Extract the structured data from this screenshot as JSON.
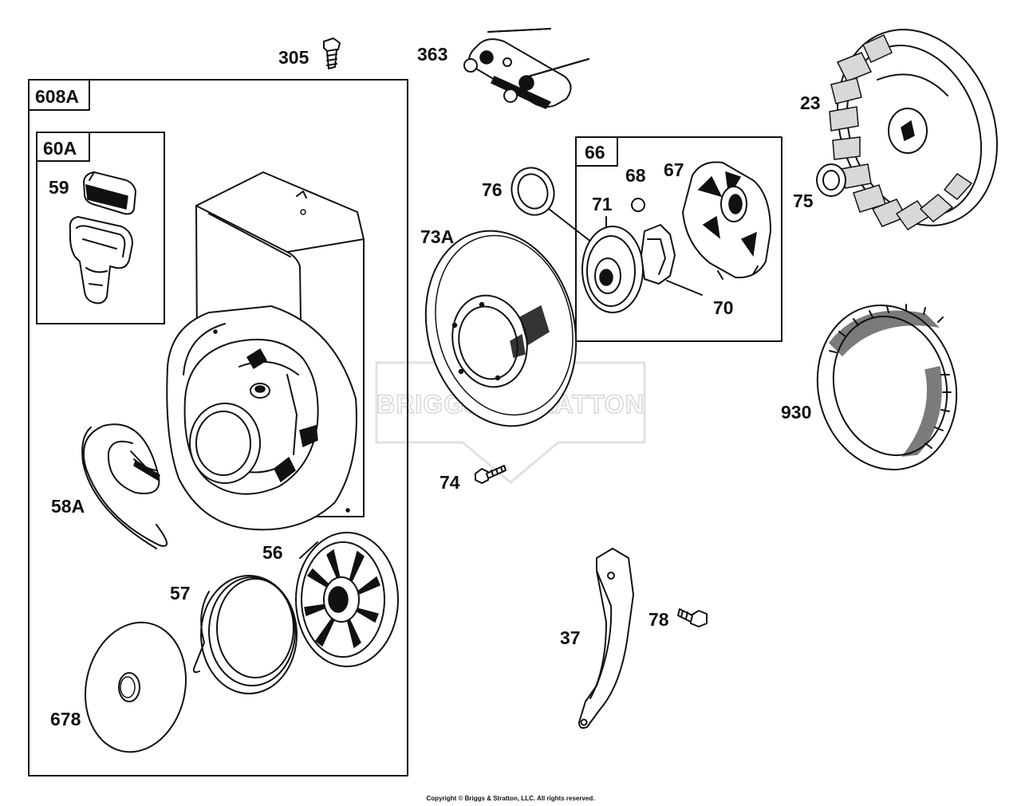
{
  "watermark": "BRIGGS&STRATTON",
  "copyright": "Copyright © Briggs & Stratton, LLC. All rights reserved.",
  "boxes": {
    "b608A": "608A",
    "b60A": "60A",
    "b66": "66"
  },
  "labels": {
    "p305": "305",
    "p363": "363",
    "p23": "23",
    "p59": "59",
    "p76": "76",
    "p68": "68",
    "p67": "67",
    "p71": "71",
    "p75": "75",
    "p73A": "73A",
    "p70": "70",
    "p930": "930",
    "p58A": "58A",
    "p74": "74",
    "p56": "56",
    "p57": "57",
    "p78": "78",
    "p37": "37",
    "p678": "678"
  }
}
